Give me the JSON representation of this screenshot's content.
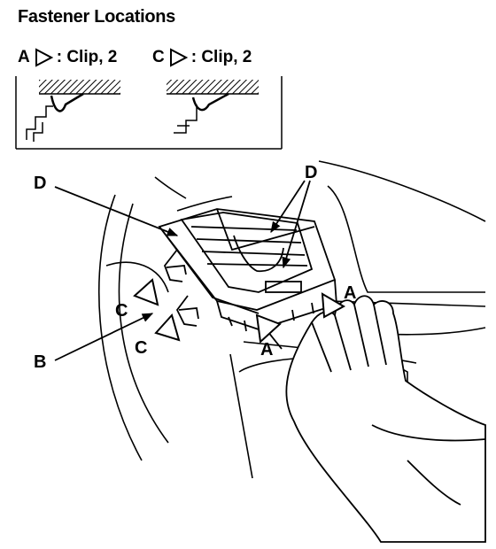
{
  "title": "Fastener Locations",
  "legend": [
    {
      "letter": "A",
      "text": ": Clip, 2"
    },
    {
      "letter": "C",
      "text": ": Clip, 2"
    }
  ],
  "callouts": {
    "d_left": "D",
    "d_right": "D",
    "a_right": "A",
    "a_bottom": "A",
    "c_upper": "C",
    "c_lower": "C",
    "b": "B"
  }
}
